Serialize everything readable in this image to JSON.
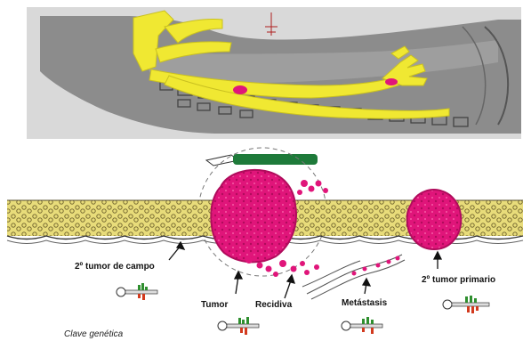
{
  "labels": {
    "field_tumor": "2º tumor de campo",
    "primary_tumor": "2º tumor primario",
    "tumor": "Tumor",
    "recurrence": "Recidiva",
    "metastasis": "Metástasis",
    "genetic_key": "Clave genética"
  },
  "colors": {
    "tissue_gray": "#8c8c8c",
    "tract_yellow": "#f0e832",
    "tumor_magenta": "#e0157a",
    "epithelium_yellow": "#e8dc7a",
    "scalpel_green": "#1e7a3a",
    "marker_green": "#2f8f2f",
    "marker_red": "#d23a1e"
  },
  "icons": [
    "scalpel-icon",
    "genetic-marker-icon",
    "arrow-icon"
  ]
}
